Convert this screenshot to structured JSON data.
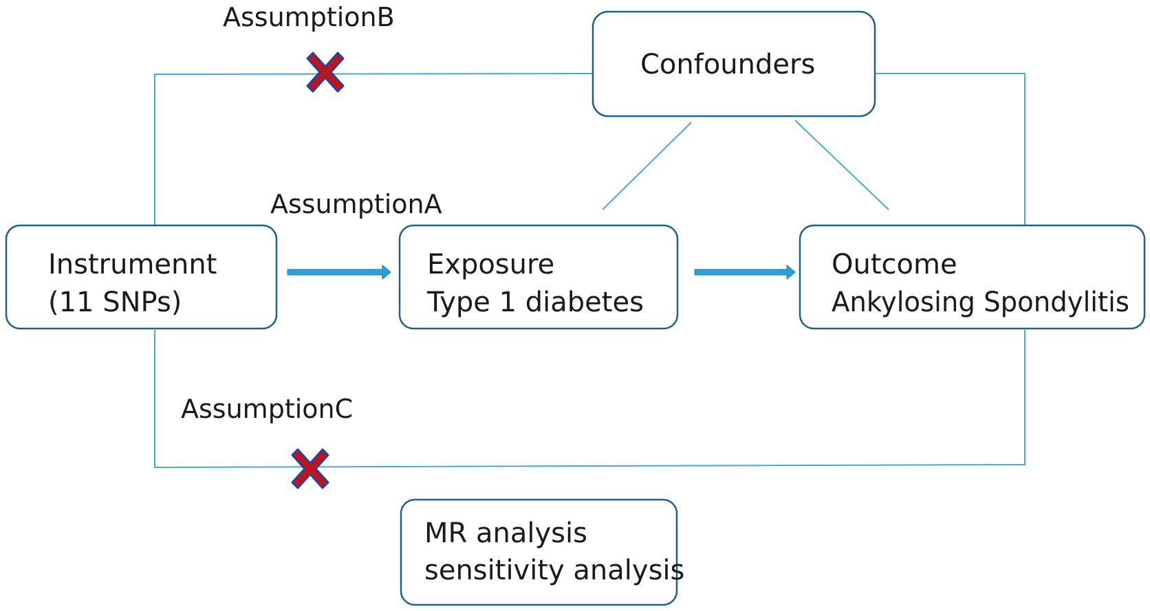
{
  "nodes": {
    "instrument": {
      "line1": "Instrumennt",
      "line2": "(11 SNPs)"
    },
    "exposure": {
      "line1": "Exposure",
      "line2": "Type 1 diabetes"
    },
    "outcome": {
      "line1": "Outcome",
      "line2": "Ankylosing Spondylitis"
    },
    "confounders": {
      "line1": "Confounders"
    },
    "analysis": {
      "line1": "MR analysis",
      "line2": "sensitivity analysis"
    }
  },
  "assumptions": {
    "a": "AssumptionA",
    "b": "AssumptionB",
    "c": "AssumptionC"
  },
  "colors": {
    "box_border": "#1f5f8a",
    "connector": "#4aa8d4",
    "arrow": "#2aa0d6",
    "cross_fill": "#c0141c",
    "cross_outline": "#2d3f9a"
  }
}
